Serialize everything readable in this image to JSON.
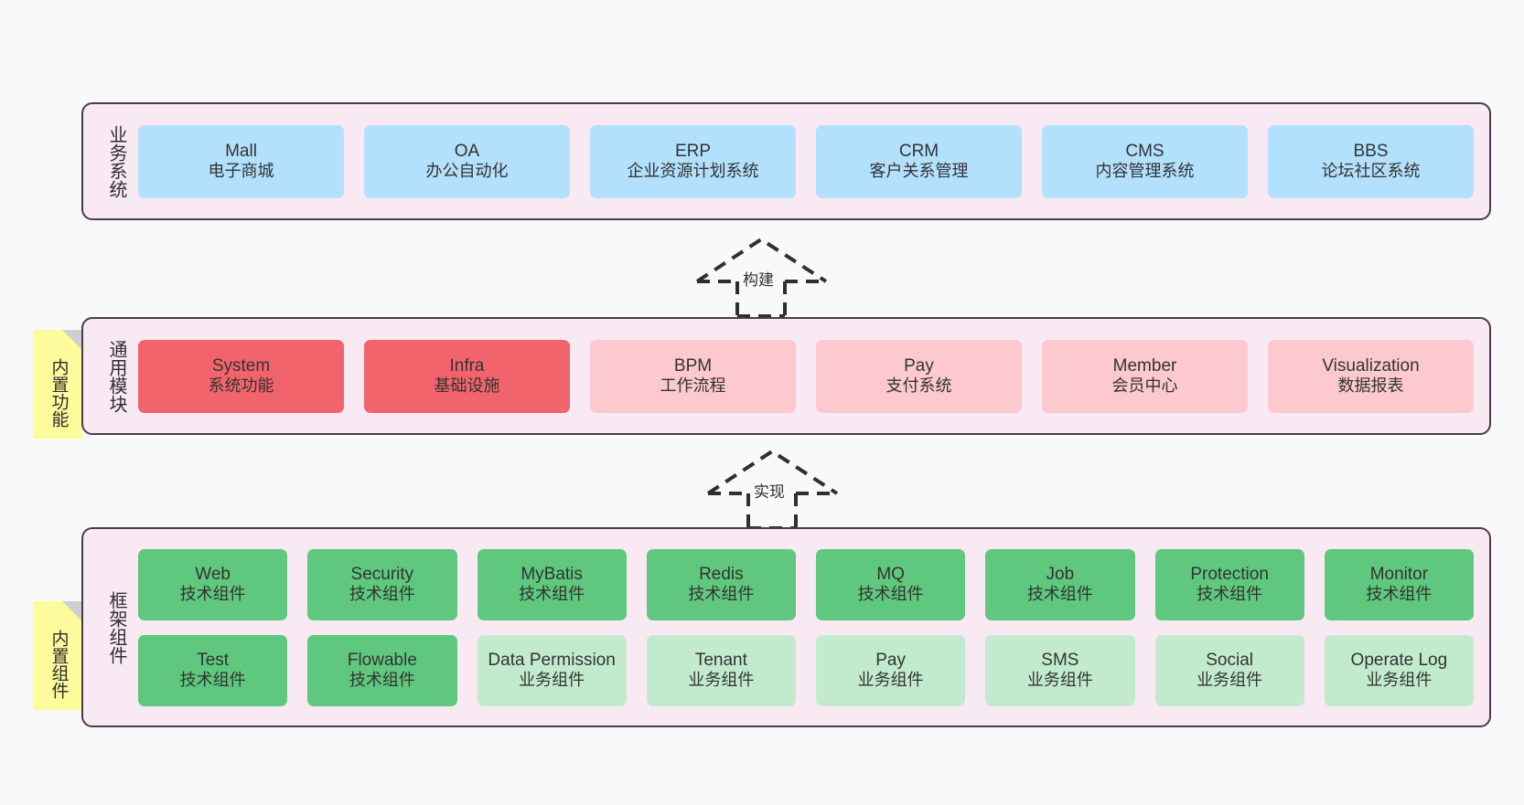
{
  "diagram": {
    "background_color": "#f9f9f9",
    "layer_fill": "#f9e9f3",
    "layer_border": "#4b3a4e",
    "note_color": "#fdfb9c",
    "colors": {
      "business": "#b3e0fc",
      "module_active": "#f2646b",
      "module_plain": "#fcc9cf",
      "tech_component": "#5fc87e",
      "biz_component": "#c2ebcd"
    }
  },
  "layers": [
    {
      "id": "business-systems",
      "title": "业务系统",
      "rows": [
        {
          "cards": [
            {
              "en": "Mall",
              "cn": "电子商城",
              "color": "c-blue"
            },
            {
              "en": "OA",
              "cn": "办公自动化",
              "color": "c-blue"
            },
            {
              "en": "ERP",
              "cn": "企业资源计划系统",
              "color": "c-blue"
            },
            {
              "en": "CRM",
              "cn": "客户关系管理",
              "color": "c-blue"
            },
            {
              "en": "CMS",
              "cn": "内容管理系统",
              "color": "c-blue"
            },
            {
              "en": "BBS",
              "cn": "论坛社区系统",
              "color": "c-blue"
            }
          ]
        }
      ]
    },
    {
      "id": "common-modules",
      "title": "通用模块",
      "note": "内置功能",
      "rows": [
        {
          "cards": [
            {
              "en": "System",
              "cn": "系统功能",
              "color": "c-red"
            },
            {
              "en": "Infra",
              "cn": "基础设施",
              "color": "c-red"
            },
            {
              "en": "BPM",
              "cn": "工作流程",
              "color": "c-pink"
            },
            {
              "en": "Pay",
              "cn": "支付系统",
              "color": "c-pink"
            },
            {
              "en": "Member",
              "cn": "会员中心",
              "color": "c-pink"
            },
            {
              "en": "Visualization",
              "cn": "数据报表",
              "color": "c-pink"
            }
          ]
        }
      ]
    },
    {
      "id": "framework-components",
      "title": "框架组件",
      "note": "内置组件",
      "rows": [
        {
          "cards": [
            {
              "en": "Web",
              "cn": "技术组件",
              "color": "c-green"
            },
            {
              "en": "Security",
              "cn": "技术组件",
              "color": "c-green"
            },
            {
              "en": "MyBatis",
              "cn": "技术组件",
              "color": "c-green"
            },
            {
              "en": "Redis",
              "cn": "技术组件",
              "color": "c-green"
            },
            {
              "en": "MQ",
              "cn": "技术组件",
              "color": "c-green"
            },
            {
              "en": "Job",
              "cn": "技术组件",
              "color": "c-green"
            },
            {
              "en": "Protection",
              "cn": "技术组件",
              "color": "c-green"
            },
            {
              "en": "Monitor",
              "cn": "技术组件",
              "color": "c-green"
            }
          ]
        },
        {
          "cards": [
            {
              "en": "Test",
              "cn": "技术组件",
              "color": "c-green"
            },
            {
              "en": "Flowable",
              "cn": "技术组件",
              "color": "c-green"
            },
            {
              "en": "Data Permission",
              "cn": "业务组件",
              "color": "c-lightgreen"
            },
            {
              "en": "Tenant",
              "cn": "业务组件",
              "color": "c-lightgreen"
            },
            {
              "en": "Pay",
              "cn": "业务组件",
              "color": "c-lightgreen"
            },
            {
              "en": "SMS",
              "cn": "业务组件",
              "color": "c-lightgreen"
            },
            {
              "en": "Social",
              "cn": "业务组件",
              "color": "c-lightgreen"
            },
            {
              "en": "Operate Log",
              "cn": "业务组件",
              "color": "c-lightgreen"
            }
          ]
        }
      ]
    }
  ],
  "arrows": [
    {
      "id": "build",
      "label": "构建"
    },
    {
      "id": "implement",
      "label": "实现"
    }
  ]
}
